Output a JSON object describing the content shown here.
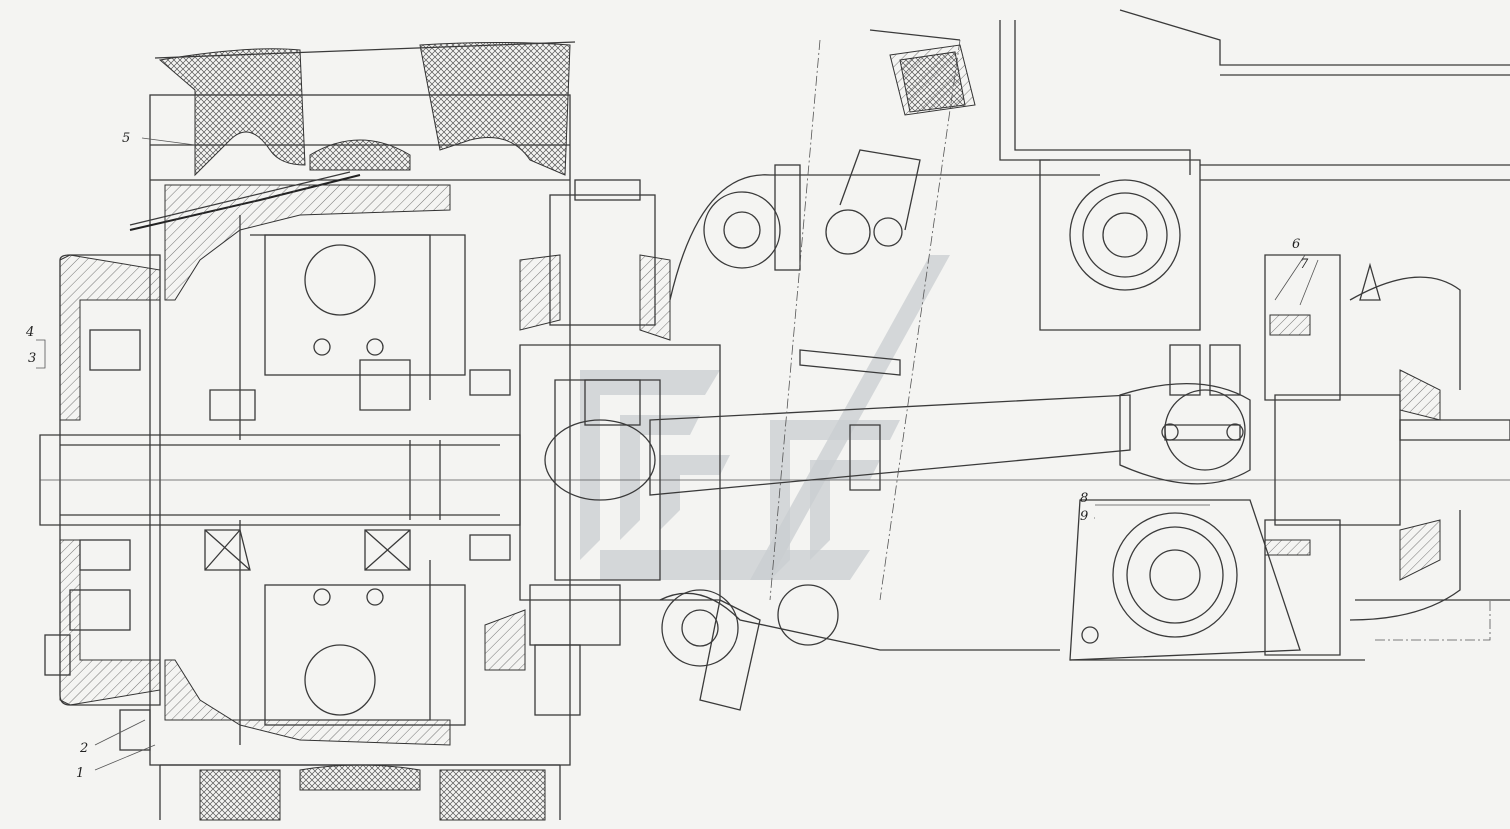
{
  "callouts": {
    "c1": "1",
    "c2": "2",
    "c3": "3",
    "c4": "4",
    "c5": "5",
    "c6": "6",
    "c7": "7",
    "c8": "8",
    "c9": "9"
  },
  "colors": {
    "line": "#3a3a3a",
    "background": "#f4f4f2",
    "watermark": "#c9cdd0"
  }
}
